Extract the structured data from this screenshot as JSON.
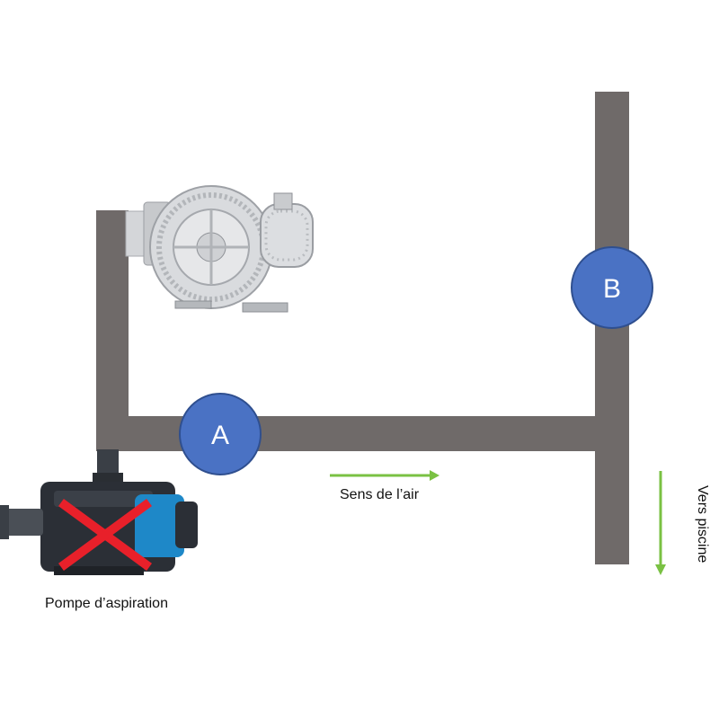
{
  "labels": {
    "pump": "Pompe d’aspiration",
    "air_direction": "Sens de l’air",
    "to_pool": "Vers piscine"
  },
  "junctions": {
    "a": "A",
    "b": "B"
  },
  "icons": {
    "blower": "side-channel-blower-icon",
    "pump": "pool-pump-icon",
    "cross": "red-cross-icon"
  },
  "colors": {
    "pipe": "#6f6a69",
    "junction_fill": "#4a72c4",
    "junction_stroke": "#2f4f8f",
    "arrow": "#7ac143",
    "cross": "#e8202a",
    "pump_body": "#2b2f36",
    "pump_motor": "#1e88c8"
  }
}
